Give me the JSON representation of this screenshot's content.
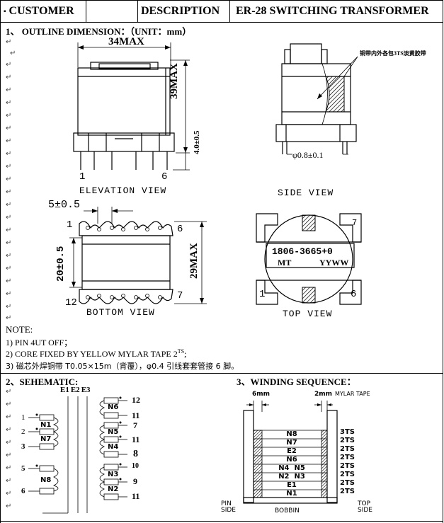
{
  "header": {
    "customer_label": "CUSTOMER",
    "description_label": "DESCRIPTION",
    "description_value": "ER-28 SWITCHING TRANSFORMER"
  },
  "section1": {
    "title": "1、 OUTLINE DIMENSION：（UNIT：mm）"
  },
  "elevation": {
    "width_dim": "34MAX",
    "height_dim": "39MAX",
    "pin_dim": "4.0±0.5",
    "pin_left": "1",
    "pin_right": "6",
    "caption": "ELEVATION VIEW"
  },
  "side": {
    "note": "铜带内外各包3TS淡黄胶带",
    "pin_dim": "φ0.8±0.1",
    "caption": "SIDE VIEW"
  },
  "bottom": {
    "pitch_dim": "5±0.5",
    "height_dim": "20±0.5",
    "width_dim": "29MAX",
    "pin1": "1",
    "pin6": "6",
    "pin7": "7",
    "pin12": "12",
    "caption": "BOTTOM VIEW"
  },
  "top": {
    "part_no": "1806-3665+0",
    "mark_left": "MT",
    "mark_right": "YYWW",
    "pin1": "1",
    "pin6": "6",
    "pin7": "7",
    "caption": "TOP VIEW"
  },
  "notes": {
    "title": "NOTE:",
    "n1": "1)  PIN 4UT OFF；",
    "n2_main": "2)  CORE FIXED BY YELLOW MYLAR TAPE 2",
    "n2_sup": "TS",
    "n2_end": ";",
    "n3": "3)  磁芯外焊铜带 T0.05×15m（背覆），φ0.4 引线套套管接 6 脚。"
  },
  "section2": {
    "title": "2、SEHEMATIC:",
    "shields": [
      "E1",
      "E2",
      "E3"
    ],
    "left_pins": [
      "1",
      "2",
      "3",
      "5",
      "6"
    ],
    "right_pins": [
      "12",
      "11",
      "7",
      "11",
      "8",
      "10",
      "9",
      "11"
    ],
    "windings": [
      "N1",
      "N7",
      "N8",
      "N6",
      "N5",
      "N4",
      "N3",
      "N2"
    ]
  },
  "section3": {
    "title": "3、WINDING SEQUENCE：",
    "margin_left": "6mm",
    "margin_right": "2mm",
    "tape_label": "MYLAR TAPE",
    "pin_side": "PIN SIDE",
    "pin_side_1": "PIN",
    "pin_side_2": "SIDE",
    "top_side_1": "TOP",
    "top_side_2": "SIDE",
    "bobbin": "BOBBIN",
    "layers": [
      {
        "name": "N8",
        "tape": "3TS"
      },
      {
        "name": "N7",
        "tape": "2TS"
      },
      {
        "name": "E2",
        "tape": "2TS"
      },
      {
        "name": "N6",
        "tape": "2TS"
      },
      {
        "name": "N4  N5",
        "tape": "2TS"
      },
      {
        "name": "N2  N3",
        "tape": "2TS"
      },
      {
        "name": "E1",
        "tape": "2TS"
      },
      {
        "name": "N1",
        "tape": "2TS"
      }
    ]
  }
}
